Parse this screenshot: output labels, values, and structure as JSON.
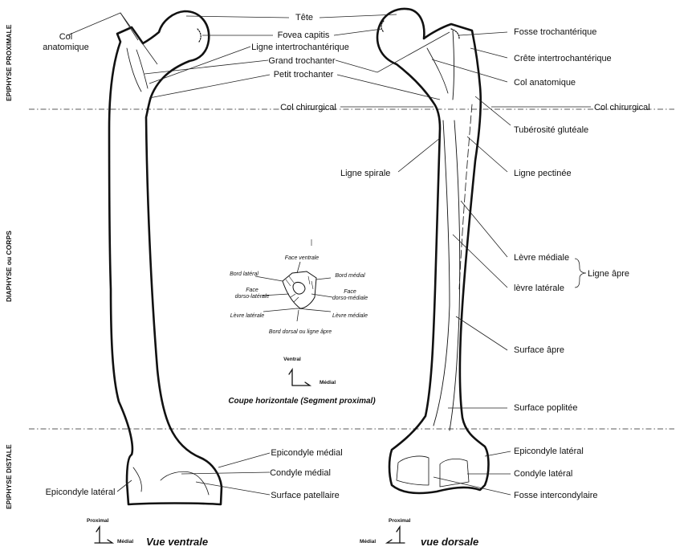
{
  "regions": {
    "proximal": "EPIPHYSE PROXIMALE",
    "diaphysis": "DIAPHYSE ou CORPS",
    "distal": "EPIPHYSE DISTALE"
  },
  "ventral": {
    "col_anatomique": [
      "Col",
      "anatomique"
    ],
    "tete": "Tête",
    "fovea_capitis": "Fovea capitis",
    "ligne_intertrochanterique": "Ligne intertrochantérique",
    "grand_trochanter": "Grand trochanter",
    "petit_trochanter": "Petit trochanter",
    "col_chirurgical": "Col chirurgical",
    "epicondyle_medial": "Epicondyle médial",
    "condyle_medial": "Condyle médial",
    "surface_patellaire": "Surface patellaire",
    "epicondyle_lateral": "Epicondyle latéral"
  },
  "dorsal": {
    "fosse_trochanterique": "Fosse trochantérique",
    "crete_intertrochanterique": "Crête intertrochantérique",
    "col_anatomique": "Col anatomique",
    "col_chirurgical": "Col chirurgical",
    "tuberosite_glutéale": "Tubérosité glutéale",
    "ligne_spirale": "Ligne spirale",
    "ligne_pectinee": "Ligne pectinée",
    "levre_mediale": "Lèvre médiale",
    "levre_laterale": "lèvre latérale",
    "ligne_apre": "Ligne âpre",
    "surface_apre": "Surface âpre",
    "surface_poplitee": "Surface poplitée",
    "epicondyle_lateral": "Epicondyle latéral",
    "condyle_lateral": "Condyle latéral",
    "fosse_intercondylaire": "Fosse intercondylaire"
  },
  "section": {
    "face_ventrale": "Face ventrale",
    "bord_lateral": "Bord latéral",
    "bord_medial": "Bord médial",
    "face_dorso_laterale": [
      "Face",
      "dorso-latérale"
    ],
    "face_dorso_mediale": [
      "Face",
      "dorso-médiale"
    ],
    "levre_laterale": "Lèvre latérale",
    "levre_mediale": "Lèvre médiale",
    "bord_dorsal": "Bord dorsal ou ligne âpre",
    "ventral": "Ventral",
    "medial": "Médial",
    "caption": "Coupe horizontale (Segment proximal)"
  },
  "views": {
    "left": {
      "proximal": "Proximal",
      "medial": "Médial",
      "title": "Vue ventrale"
    },
    "right": {
      "proximal": "Proximal",
      "medial": "Médial",
      "title": "vue dorsale"
    }
  }
}
